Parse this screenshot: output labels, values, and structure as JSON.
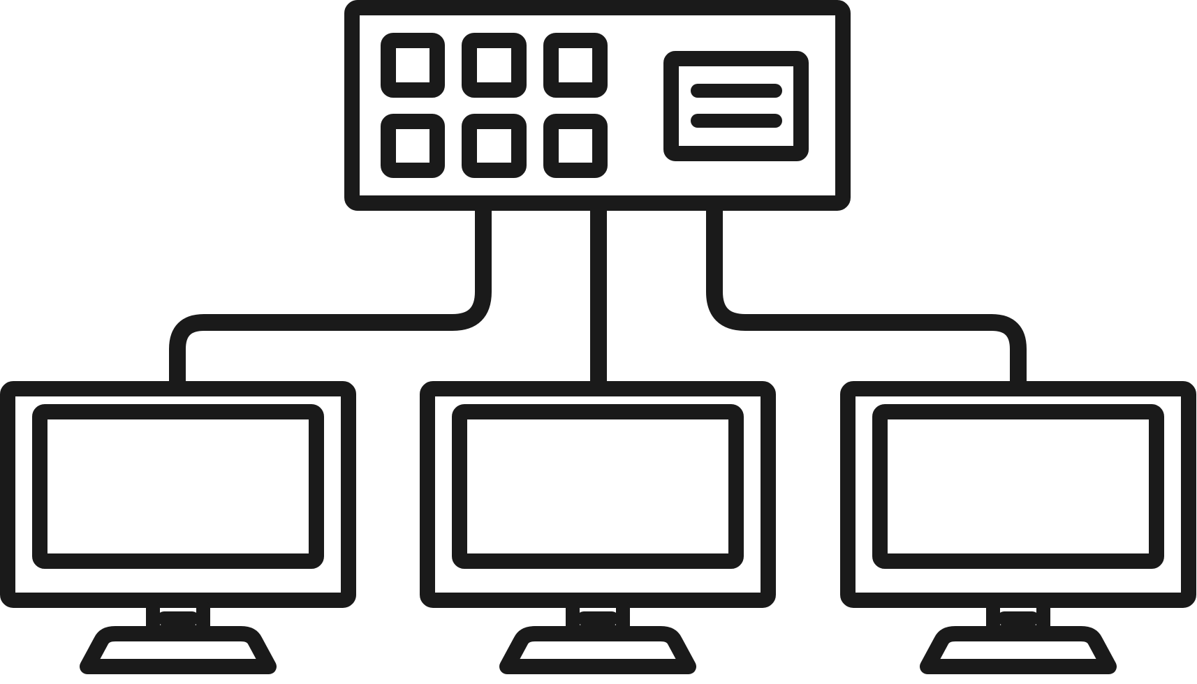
{
  "diagram": {
    "type": "network-topology",
    "stroke_color": "#1a1a1a",
    "background_color": "#ffffff",
    "hub": {
      "icon": "network-switch-icon",
      "ports_count": 6,
      "display_lines": 2
    },
    "clients": [
      {
        "icon": "monitor-icon"
      },
      {
        "icon": "monitor-icon"
      },
      {
        "icon": "monitor-icon"
      }
    ]
  }
}
